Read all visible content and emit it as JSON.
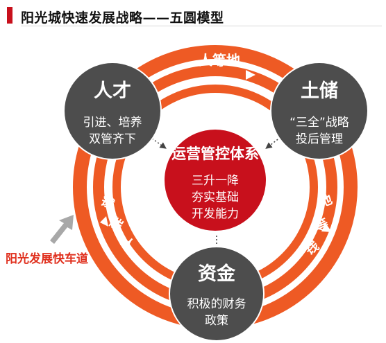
{
  "header": {
    "title": "阳光城快速发展战略——五圆模型",
    "accent_color": "#c8101c"
  },
  "center": {
    "title": "运营管控体系",
    "lines": [
      "三升一降",
      "夯实基础",
      "开发能力"
    ],
    "color": "#c8101c"
  },
  "nodes": {
    "talent": {
      "title": "人才",
      "lines": [
        "引进、培养",
        "双管齐下"
      ]
    },
    "land": {
      "title": "土储",
      "lines": [
        "“三全”战略",
        "投后管理"
      ]
    },
    "funds": {
      "title": "资金",
      "lines": [
        "积极的财务",
        "政策"
      ]
    }
  },
  "ring_labels": {
    "top": "人等地",
    "right": [
      "地",
      "等",
      "钱"
    ],
    "left": [
      "钱",
      "催",
      "人"
    ]
  },
  "side_label": "阳光发展快车道",
  "colors": {
    "ring_orange": "#ee5a24",
    "node_gray": "#4d4d4d",
    "arrow_gray": "#a8a8a8",
    "text_red": "#e0301e"
  }
}
